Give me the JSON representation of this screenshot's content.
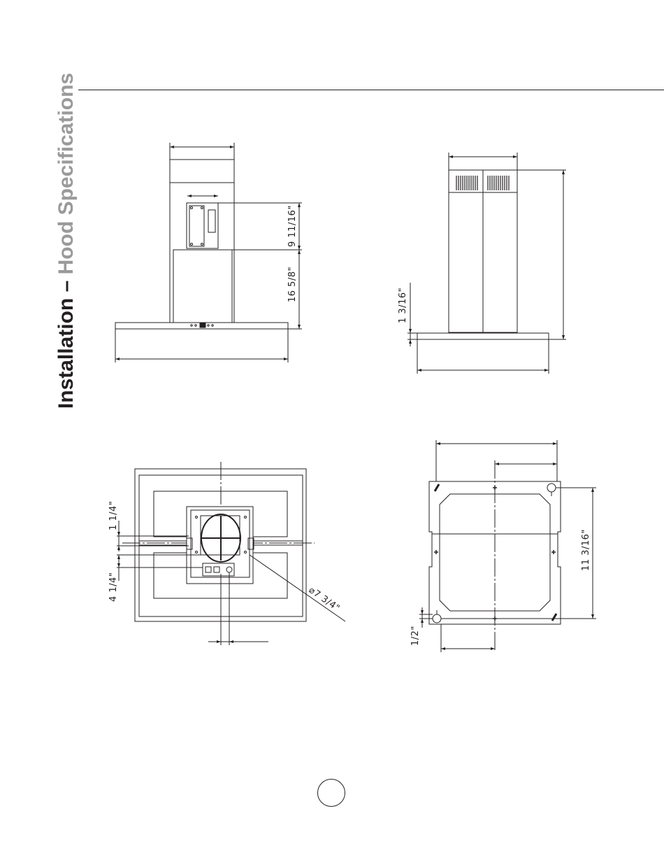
{
  "section_title": {
    "part1": "Installation",
    "separator": " – ",
    "part2": "Hood Specifications"
  },
  "front_view": {
    "dim_upper": "9 11/16\"",
    "dim_lower": "16 5/8\""
  },
  "side_view": {
    "dim_canopy": "1 3/16\""
  },
  "top_view": {
    "dim_top": "1 1/4\"",
    "dim_bottom": "4 1/4\"",
    "dim_duct": "⌀7 3/4\""
  },
  "bracket_view": {
    "dim_height": "11 3/16\"",
    "dim_offset": "1/2\""
  },
  "page_number": ""
}
